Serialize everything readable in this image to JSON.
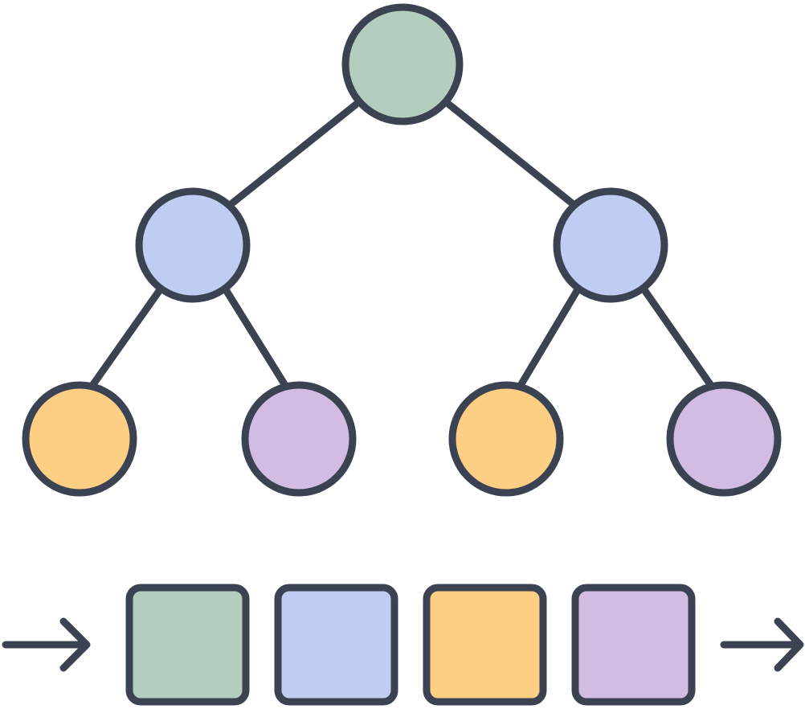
{
  "colors": {
    "stroke": "#3b4252",
    "green": "#b3cdbf",
    "blue": "#c0cdf3",
    "orange": "#fdcf85",
    "purple": "#d3bce4",
    "background": "#ffffff"
  },
  "tree": {
    "root": {
      "fill": "green"
    },
    "level1": [
      {
        "fill": "blue"
      },
      {
        "fill": "blue"
      }
    ],
    "leaves": [
      {
        "fill": "orange"
      },
      {
        "fill": "purple"
      },
      {
        "fill": "orange"
      },
      {
        "fill": "purple"
      }
    ]
  },
  "sequence": {
    "items": [
      {
        "fill": "green"
      },
      {
        "fill": "blue"
      },
      {
        "fill": "orange"
      },
      {
        "fill": "purple"
      }
    ],
    "input_arrow": "right-arrow-icon",
    "output_arrow": "right-arrow-icon"
  }
}
